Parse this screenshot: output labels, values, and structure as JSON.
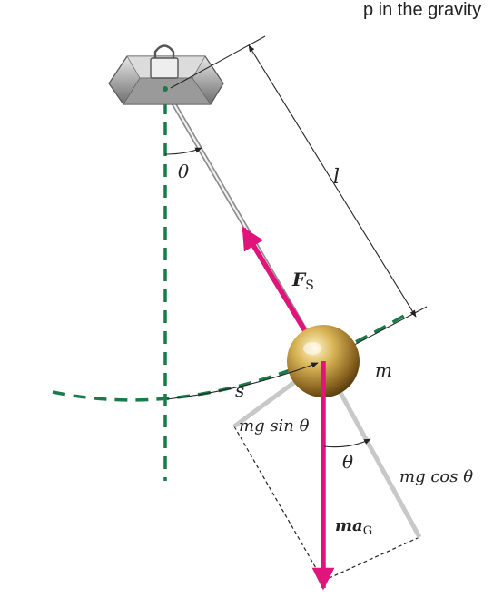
{
  "caption_fragment": "p in the gravity",
  "labels": {
    "theta_top": "θ",
    "length": "l",
    "force_main": "F",
    "force_sub": "S",
    "mass": "m",
    "arc": "s",
    "tangential": "mg sin θ",
    "theta_bottom": "θ",
    "radial": "mg cos θ",
    "weight_main": "ma",
    "weight_sub": "G"
  },
  "colors": {
    "force_arrow": "#e0147a",
    "guide_dashed": "#1a7a4a",
    "component_bar": "#c8c8c8",
    "rod": "#bdbdbd",
    "mount": "#8c8c8c",
    "bob_light": "#fff3c0",
    "bob_mid": "#c9a24a",
    "bob_dark": "#5e4212"
  }
}
